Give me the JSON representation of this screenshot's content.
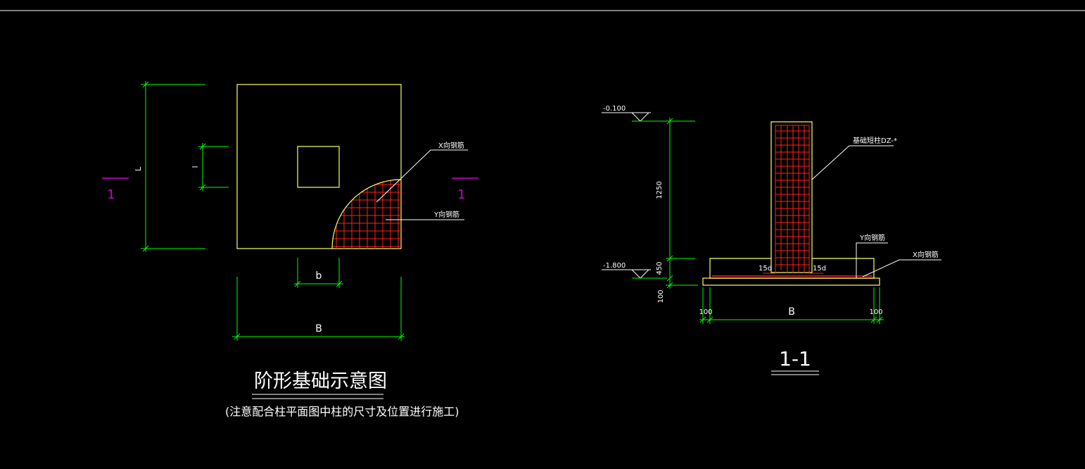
{
  "colors": {
    "background": "#000000",
    "outline": "#ffff66",
    "dimension": "#00ff00",
    "rebar": "#ff2020",
    "leader": "#ffffff",
    "section_mark": "#d000d0"
  },
  "plan": {
    "title": "阶形基础示意图",
    "subtitle": "(注意配合柱平面图中柱的尺寸及位置进行施工)",
    "dim_length": "L",
    "dim_column_length": "l",
    "dim_column_width": "b",
    "dim_width": "B",
    "section_mark_left": "1",
    "section_mark_right": "1",
    "label_x_rebar": "X向钢筋",
    "label_y_rebar": "Y向钢筋"
  },
  "section": {
    "title": "1-1",
    "elev_top": "-0.100",
    "elev_bottom": "-1.800",
    "dim_column_height": "1250",
    "dim_footing_height": "450",
    "dim_cushion": "100",
    "dim_left_offset": "100",
    "dim_width": "B",
    "dim_right_offset": "100",
    "anchor_left": "15d",
    "anchor_right": "15d",
    "label_column": "基础短柱DZ-*",
    "label_y_rebar": "Y向钢筋",
    "label_x_rebar": "X向钢筋"
  }
}
